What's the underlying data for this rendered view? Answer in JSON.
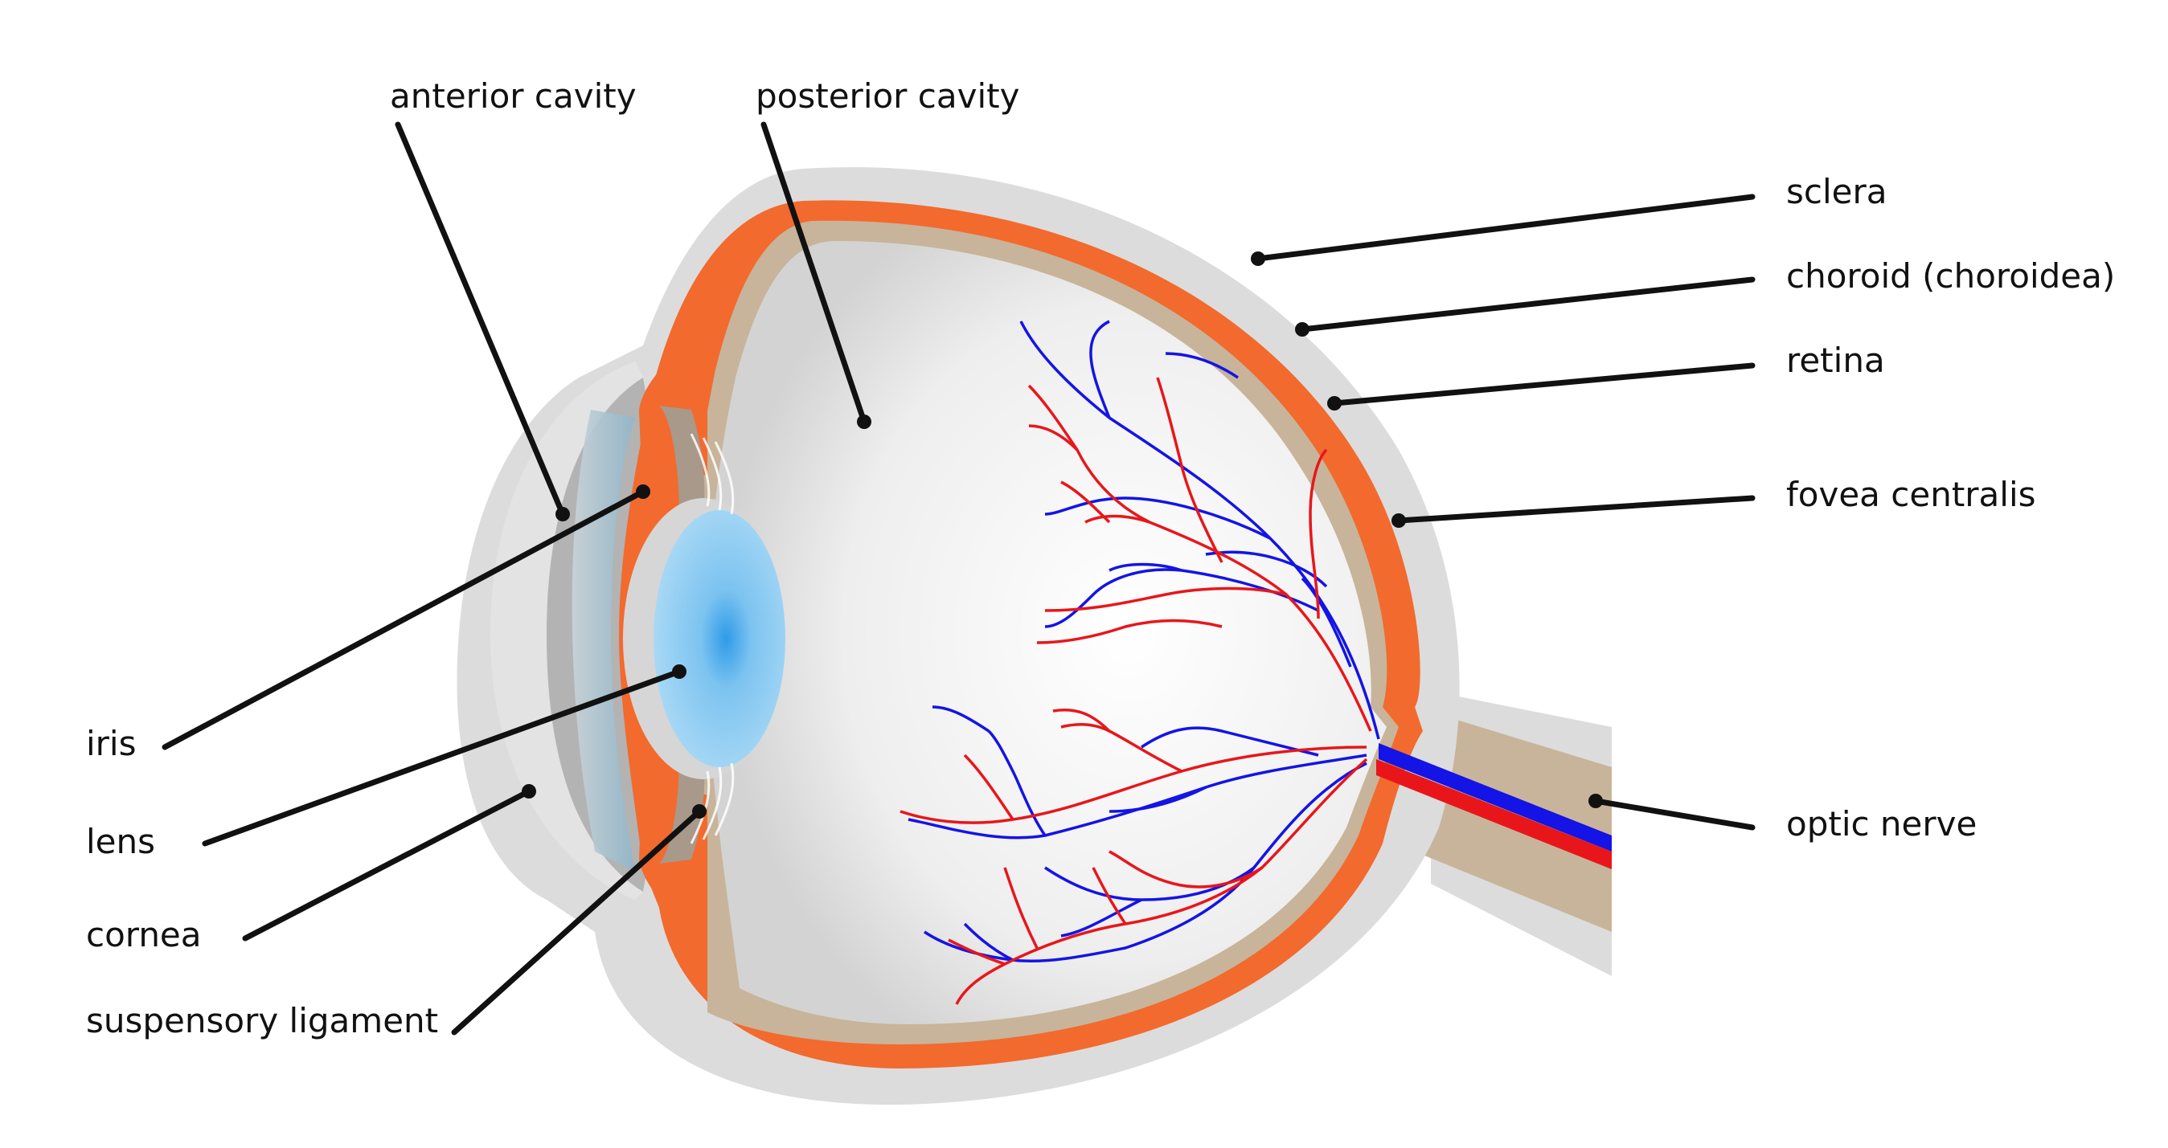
{
  "labels": {
    "anterior_cavity": "anterior cavity",
    "posterior_cavity": "posterior cavity",
    "sclera": "sclera",
    "choroid": "choroid (choroidea)",
    "retina": "retina",
    "fovea_centralis": "fovea centralis",
    "iris": "iris",
    "lens": "lens",
    "cornea": "cornea",
    "suspensory_ligament": "suspensory ligament",
    "optic_nerve": "optic nerve"
  },
  "colors": {
    "sclera": "#d9d9d9",
    "choroid": "#f26a2e",
    "retina": "#c8b49a",
    "lens": "#9ed3f4",
    "lens_center": "#2f9be8",
    "cornea": "#a9c8d6",
    "anterior_chamber": "#b8b8b8",
    "artery": "#e8161b",
    "vein": "#1414e6"
  }
}
